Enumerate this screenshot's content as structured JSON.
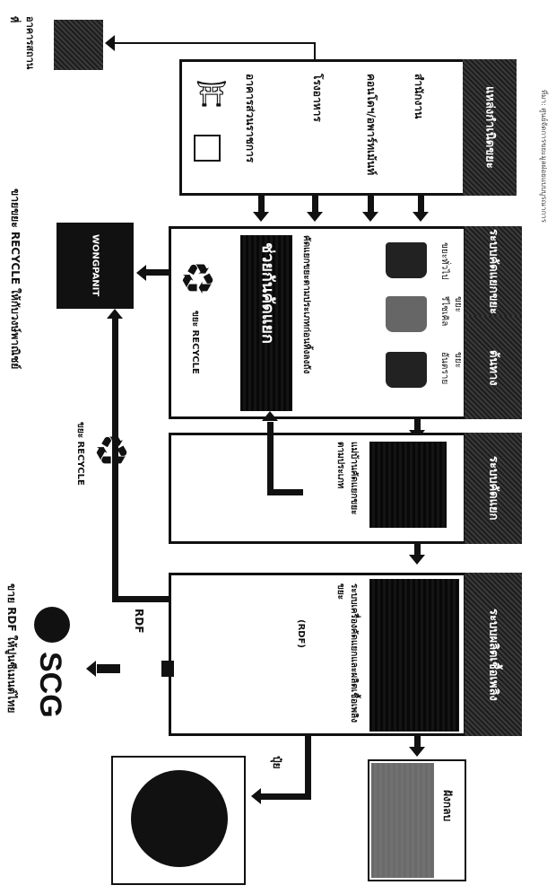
{
  "org_box_label": "อาคารสถานที่",
  "government_label": "อาคารส่วนราชการ",
  "columns": {
    "sources": {
      "header": "แหล่งกำเนิดขยะ",
      "items": [
        "สำนักงาน",
        "คอนโดฯ/อพาร์ทเม้นท์",
        "โรงอาหาร",
        "อาคารส่วนราชการ"
      ]
    },
    "sorting": {
      "header": "ระบบคัดแยกขยะ",
      "sub_header": "ต้นทาง",
      "banner": "ช่วยกันคัดแยก",
      "note": "คัดแยกขยะตามประเภทก่อนทิ้งลงถัง",
      "bins": [
        "ขยะทั่วไป",
        "ขยะรีไซเคิล",
        "ขยะอันตราย"
      ],
      "recycle_label": "ขยะ RECYCLE"
    },
    "transfer": {
      "header": "ระบบคัดแยก",
      "text": "แม่บ้านคัดแยกขยะ ตามประเภท"
    },
    "plant": {
      "header": "ระบบผลิตเชื้อเพลิง",
      "text": "ระบบเครื่องคัดแยกและผลิตเชื้อเพลิงขยะ",
      "rdf": "(RDF)"
    }
  },
  "outputs": {
    "wongpanit_caption": "ขายขยะ RECYCLE ให้กับวงษ์พาณิชย์",
    "wongpanit_logo": "WONGPANIT",
    "recycle_label": "ขยะ RECYCLE",
    "rdf_label": "RDF",
    "scc_logo": "SCG",
    "scc_caption": "ขาย RDF ให้ปูนซีเมนต์ไทย",
    "fertilizer_label": "ปุ๋ย",
    "landfill_label": "ฝังกลบ"
  },
  "footnote": "ที่มา: ศูนย์จัดการขยะมูลฝอยแบบบูรณาการ"
}
